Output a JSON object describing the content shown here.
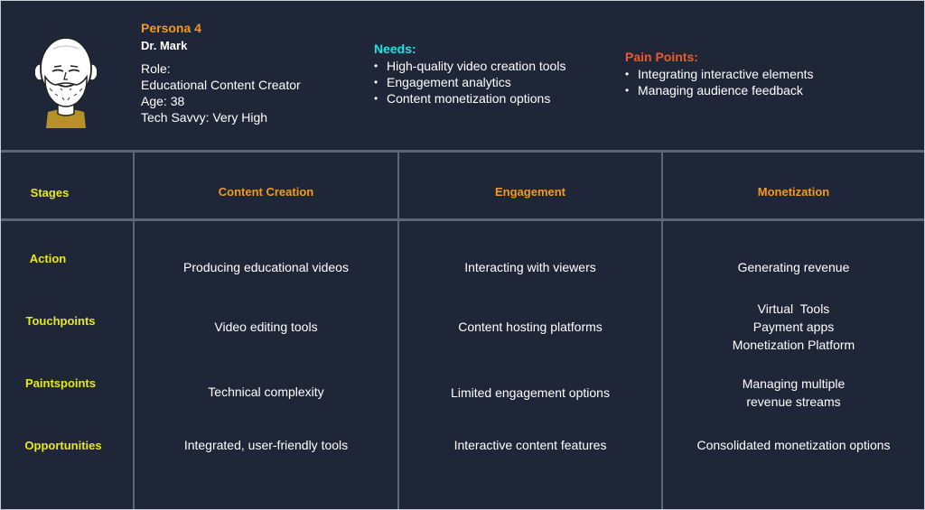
{
  "persona": {
    "title": "Persona 4",
    "name": "Dr. Mark",
    "role_label": "Role:",
    "role": "Educational Content Creator",
    "age": "Age: 38",
    "tech": "Tech Savvy: Very High"
  },
  "needs": {
    "heading": "Needs:",
    "items": [
      "High-quality video creation tools",
      "Engagement analytics",
      "Content monetization options"
    ]
  },
  "pain_points": {
    "heading": "Pain Points:",
    "items": [
      "Integrating interactive elements",
      "Managing audience feedback"
    ]
  },
  "table": {
    "corner": "Stages",
    "columns": [
      "Content Creation",
      "Engagement",
      "Monetization"
    ],
    "rows": [
      {
        "label": "Action",
        "cells": [
          [
            "Producing educational videos"
          ],
          [
            "Interacting with viewers"
          ],
          [
            "Generating revenue"
          ]
        ]
      },
      {
        "label": "Touchpoints",
        "cells": [
          [
            "Video editing tools"
          ],
          [
            "Content hosting platforms"
          ],
          [
            "Virtual  Tools",
            "Payment apps",
            "Monetization Platform"
          ]
        ]
      },
      {
        "label": "Paintspoints",
        "cells": [
          [
            "Technical complexity"
          ],
          [
            "Limited engagement options"
          ],
          [
            "Managing multiple",
            "revenue streams"
          ]
        ]
      },
      {
        "label": "Opportunities",
        "cells": [
          [
            "Integrated, user-friendly tools"
          ],
          [
            "Interactive content features"
          ],
          [
            "Consolidated monetization options"
          ]
        ]
      }
    ]
  },
  "colors": {
    "background": "#1f2638",
    "title": "#f39a1e",
    "stage_labels": "#e8e81c",
    "needs_heading": "#1fe3e6",
    "pain_heading": "#f2572a"
  },
  "icons": {
    "avatar": "bald-bearded-man-avatar-icon"
  }
}
